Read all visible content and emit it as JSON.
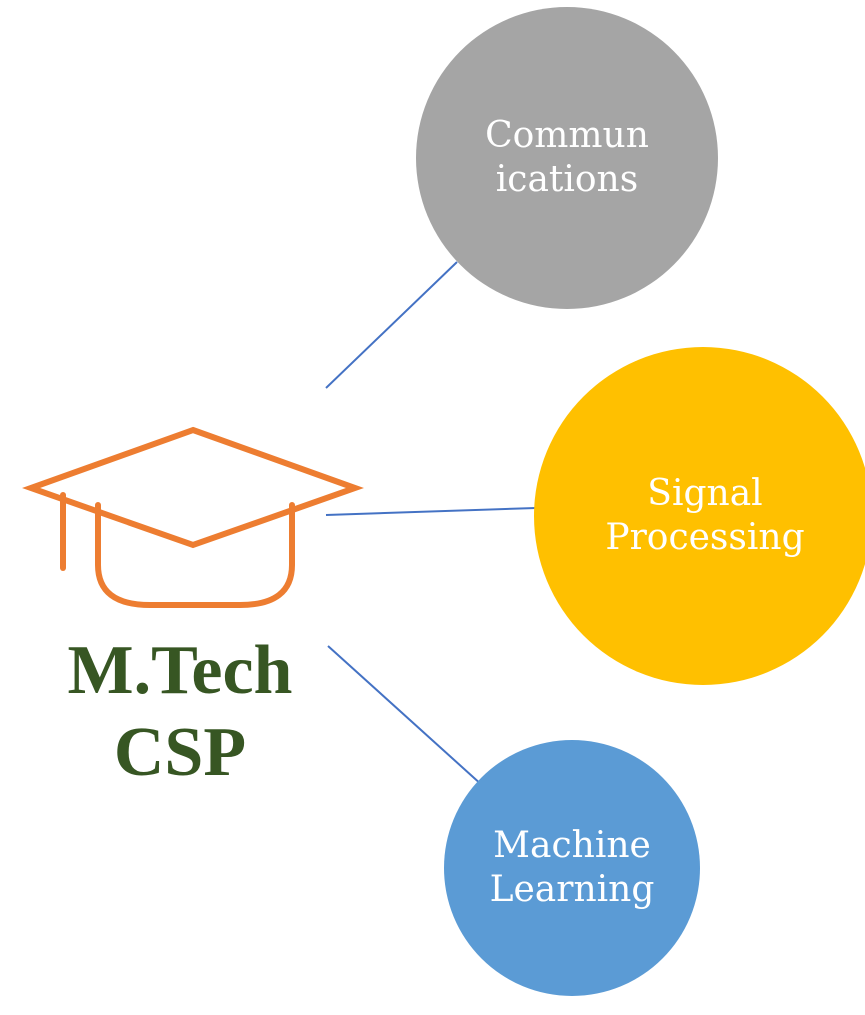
{
  "center": {
    "icon": "graduation-cap-icon",
    "icon_color": "#ed7d31",
    "title_line1": "M.Tech",
    "title_line2": "CSP",
    "title_color": "#375623"
  },
  "nodes": [
    {
      "label": "Commun\nications",
      "color": "#a5a5a5"
    },
    {
      "label": "Signal\nProcessing",
      "color": "#ffc000"
    },
    {
      "label": "Machine\nLearning",
      "color": "#5b9bd5"
    }
  ],
  "connector_color": "#4472c4"
}
